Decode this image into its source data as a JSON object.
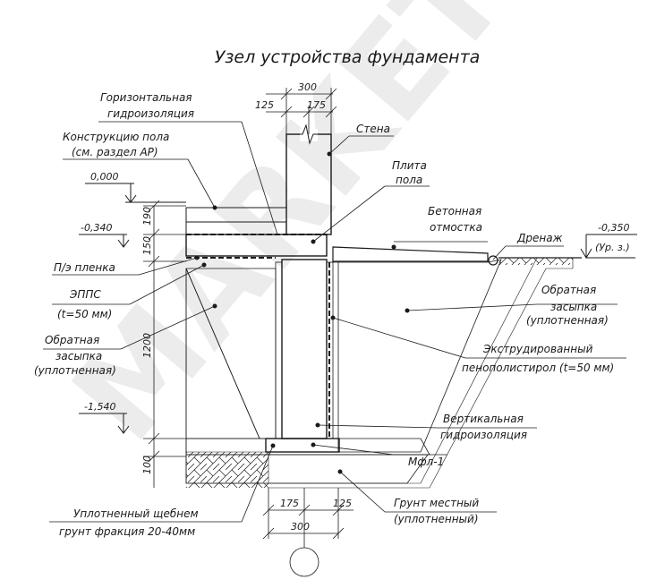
{
  "title": "Узел устройства фундамента",
  "watermark": "MARKET",
  "labels": {
    "horizontal_waterproofing_1": "Горизонтальная",
    "horizontal_waterproofing_2": "гидроизоляция",
    "floor_construction_1": "Конструкцию пола",
    "floor_construction_2": "(см. раздел АР)",
    "pe_film": "П/э пленка",
    "epps_1": "ЭППС",
    "epps_2": "(t=50 мм)",
    "backfill_left_1": "Обратная",
    "backfill_left_2": "засыпка",
    "backfill_left_3": "(уплотненная)",
    "crushed_stone_1": "Уплотненный щебнем",
    "crushed_stone_2": "грунт фракция 20-40мм",
    "wall": "Стена",
    "floor_slab_1": "Плита",
    "floor_slab_2": "пола",
    "blind_area_1": "Бетонная",
    "blind_area_2": "отмостка",
    "drainage": "Дренаж",
    "backfill_right_1": "Обратная",
    "backfill_right_2": "засыпка",
    "backfill_right_3": "(уплотненная)",
    "xps_1": "Экструдированный",
    "xps_2": "пенополистирол (t=50 мм)",
    "vertical_waterproofing_1": "Вертикальная",
    "vertical_waterproofing_2": "гидроизоляция",
    "footing": "Мфл-1",
    "native_soil_1": "Грунт местный",
    "native_soil_2": "(уплотненный)"
  },
  "levels": {
    "zero": "0,000",
    "floor_bottom": "-0,340",
    "footing_bottom": "-1,540",
    "ground": "-0,350",
    "ground_note": "(Ур. з.)"
  },
  "dimensions": {
    "top_total": "300",
    "top_left": "125",
    "top_right": "175",
    "bottom_left": "175",
    "bottom_right": "125",
    "bottom_total": "300",
    "v_190": "190",
    "v_150": "150",
    "v_1200": "1200",
    "v_100": "100"
  },
  "colors": {
    "line": "#1a1a1a",
    "background": "#ffffff",
    "watermark": "#ececec"
  }
}
